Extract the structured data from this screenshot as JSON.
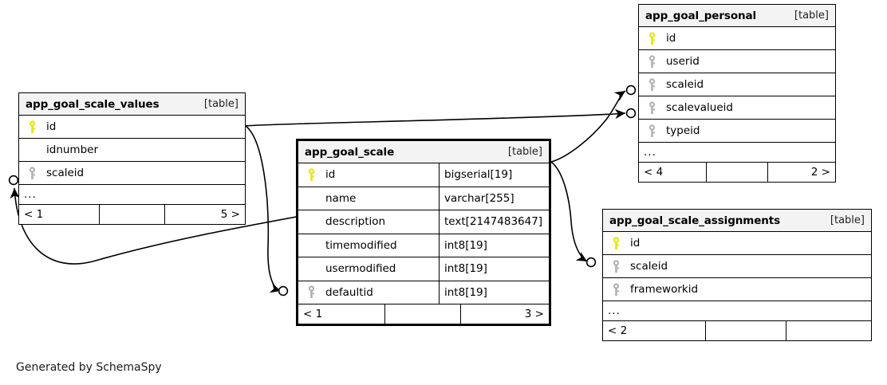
{
  "diagram": {
    "generator_caption": "Generated by SchemaSpy",
    "table_kind_label": "[table]",
    "more_columns_indicator": "...",
    "colors": {
      "primary_key": "#e5e500",
      "foreign_key": "#b0b0b0",
      "header_background": "#f3f3f3",
      "border": "#000000",
      "page_background": "#ffffff"
    }
  },
  "tables": [
    {
      "id": "app_goal_scale_values",
      "name": "app_goal_scale_values",
      "kind": "[table]",
      "focal": false,
      "columns": [
        {
          "name": "id",
          "type": "",
          "key": "primary"
        },
        {
          "name": "idnumber",
          "type": "",
          "key": "none"
        },
        {
          "name": "scaleid",
          "type": "",
          "key": "foreign"
        }
      ],
      "truncated": "...",
      "footer": {
        "left": "< 1",
        "middle": "",
        "right": "5 >"
      }
    },
    {
      "id": "app_goal_scale",
      "name": "app_goal_scale",
      "kind": "[table]",
      "focal": true,
      "columns": [
        {
          "name": "id",
          "type": "bigserial[19]",
          "key": "primary"
        },
        {
          "name": "name",
          "type": "varchar[255]",
          "key": "none"
        },
        {
          "name": "description",
          "type": "text[2147483647]",
          "key": "none"
        },
        {
          "name": "timemodified",
          "type": "int8[19]",
          "key": "none"
        },
        {
          "name": "usermodified",
          "type": "int8[19]",
          "key": "none"
        },
        {
          "name": "defaultid",
          "type": "int8[19]",
          "key": "foreign"
        }
      ],
      "truncated": "",
      "footer": {
        "left": "< 1",
        "middle": "",
        "right": "3 >"
      }
    },
    {
      "id": "app_goal_personal",
      "name": "app_goal_personal",
      "kind": "[table]",
      "focal": false,
      "columns": [
        {
          "name": "id",
          "type": "",
          "key": "primary"
        },
        {
          "name": "userid",
          "type": "",
          "key": "foreign"
        },
        {
          "name": "scaleid",
          "type": "",
          "key": "foreign"
        },
        {
          "name": "scalevalueid",
          "type": "",
          "key": "foreign"
        },
        {
          "name": "typeid",
          "type": "",
          "key": "foreign"
        }
      ],
      "truncated": "...",
      "footer": {
        "left": "< 4",
        "middle": "",
        "right": "2 >"
      }
    },
    {
      "id": "app_goal_scale_assignments",
      "name": "app_goal_scale_assignments",
      "kind": "[table]",
      "focal": false,
      "columns": [
        {
          "name": "id",
          "type": "",
          "key": "primary"
        },
        {
          "name": "scaleid",
          "type": "",
          "key": "foreign"
        },
        {
          "name": "frameworkid",
          "type": "",
          "key": "foreign"
        }
      ],
      "truncated": "...",
      "footer": {
        "left": "< 2",
        "middle": "",
        "right": ""
      }
    }
  ],
  "relationships": [
    {
      "from": "app_goal_scale_values.id",
      "to": "app_goal_personal.scalevalueid",
      "optional": true
    },
    {
      "from": "app_goal_scale_values.id",
      "to": "app_goal_scale.defaultid",
      "optional": true
    },
    {
      "from": "app_goal_scale.id",
      "to": "app_goal_personal.scaleid",
      "optional": true
    },
    {
      "from": "app_goal_scale.id",
      "to": "app_goal_scale_assignments.scaleid",
      "optional": true
    },
    {
      "from": "app_goal_scale.id",
      "to": "app_goal_scale_values.scaleid",
      "optional": true
    }
  ]
}
